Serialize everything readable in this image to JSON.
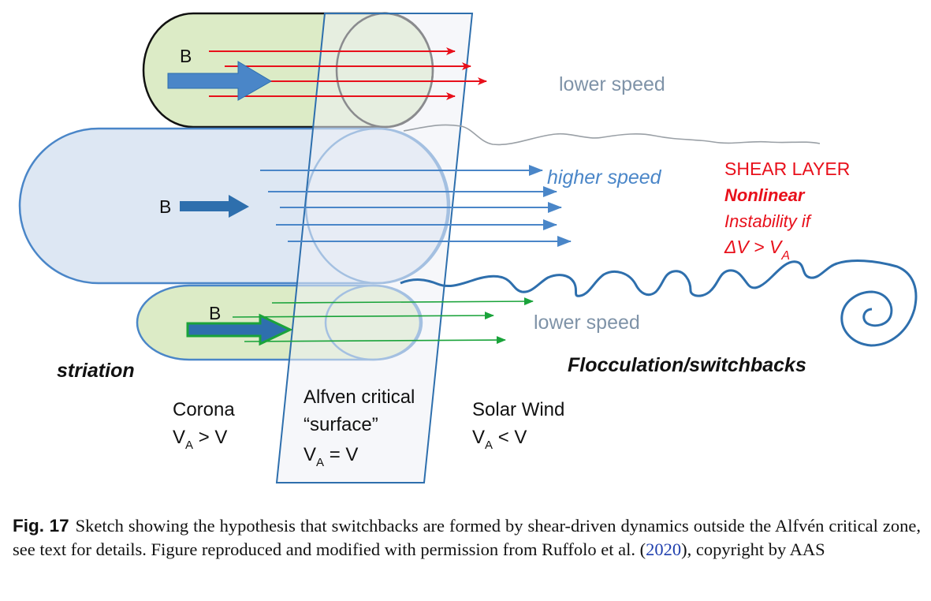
{
  "diagram": {
    "b_label": "B",
    "speed_upper": "lower speed",
    "speed_middle": "higher speed",
    "speed_lower": "lower speed",
    "shear": {
      "line1": "SHEAR LAYER",
      "line2": "Nonlinear",
      "line3": "Instability  if",
      "line4_main": "ΔV > V",
      "line4_sub": "A"
    },
    "striation": "striation",
    "flocculation": "Flocculation/switchbacks",
    "corona": {
      "title": "Corona",
      "cond_v": "V",
      "cond_sub": "A",
      "cond_rel": " > V"
    },
    "alfven": {
      "line1": "Alfven critical",
      "line2": "“surface”",
      "cond_v": "V",
      "cond_sub": "A",
      "cond_rel": " = V"
    },
    "solar_wind": {
      "title": "Solar Wind",
      "cond_v": "V",
      "cond_sub": "A",
      "cond_rel": " < V"
    },
    "colors": {
      "red": "#e8101b",
      "blue": "#4a86c8",
      "dark_blue": "#2e6fad",
      "green": "#1aa33a",
      "light_blue_fill": "#dde7f3",
      "light_green_fill": "#dcebc6",
      "gray_text": "#7f93a8"
    }
  },
  "caption": {
    "fig": "Fig. 17",
    "text_before": "Sketch showing the hypothesis that switchbacks are formed by shear-driven dynamics outside the Alfvén critical zone, see text for details. Figure reproduced and modified with permission from Ruffolo et al. (",
    "ref_year": "2020",
    "text_after": "), copyright by AAS"
  }
}
